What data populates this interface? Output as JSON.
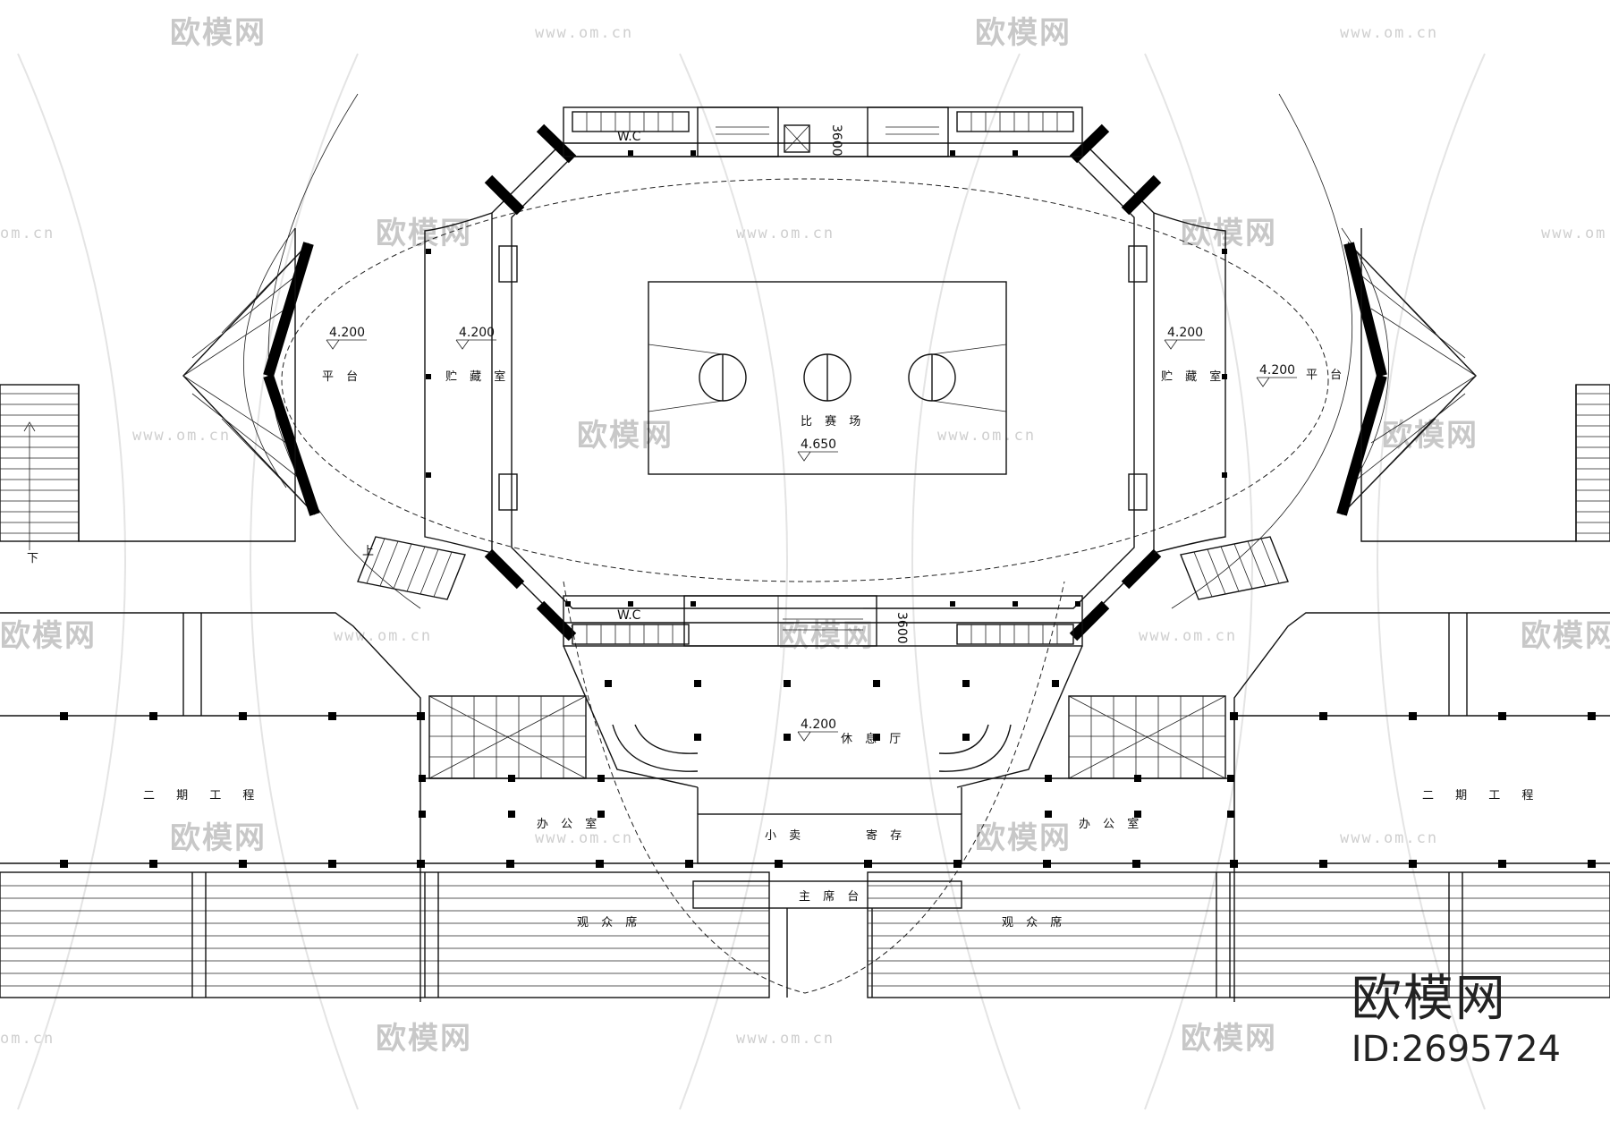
{
  "labels": {
    "wc_top": "W.C",
    "wc_bottom": "W.C",
    "platform_left": "平 台",
    "platform_right": "平 台",
    "storage_left": "贮 藏 室",
    "storage_right": "贮 藏 室",
    "arena": "比 赛 场",
    "lounge": "休 息 厅",
    "office_left": "办 公 室",
    "office_right": "办 公 室",
    "kiosk": "小 卖",
    "storage_deposit": "寄 存",
    "rostrum": "主 席 台",
    "stand_left": "观 众 席",
    "stand_right": "观 众 席",
    "phase2_left": "二 期 工 程",
    "phase2_right": "二 期 工 程",
    "up": "上",
    "down": "下",
    "dim_3600_top": "3600",
    "dim_3600_bottom": "3600"
  },
  "levels": {
    "platform_left": "4.200",
    "storage_left": "4.200",
    "arena": "4.650",
    "storage_right": "4.200",
    "platform_right": "4.200",
    "lounge": "4.200"
  },
  "watermark": {
    "brand": "欧模网",
    "url": "www.om.cn",
    "url_short": "om.cn"
  },
  "logo": {
    "brand": "欧模网",
    "id": "ID:2695724"
  }
}
